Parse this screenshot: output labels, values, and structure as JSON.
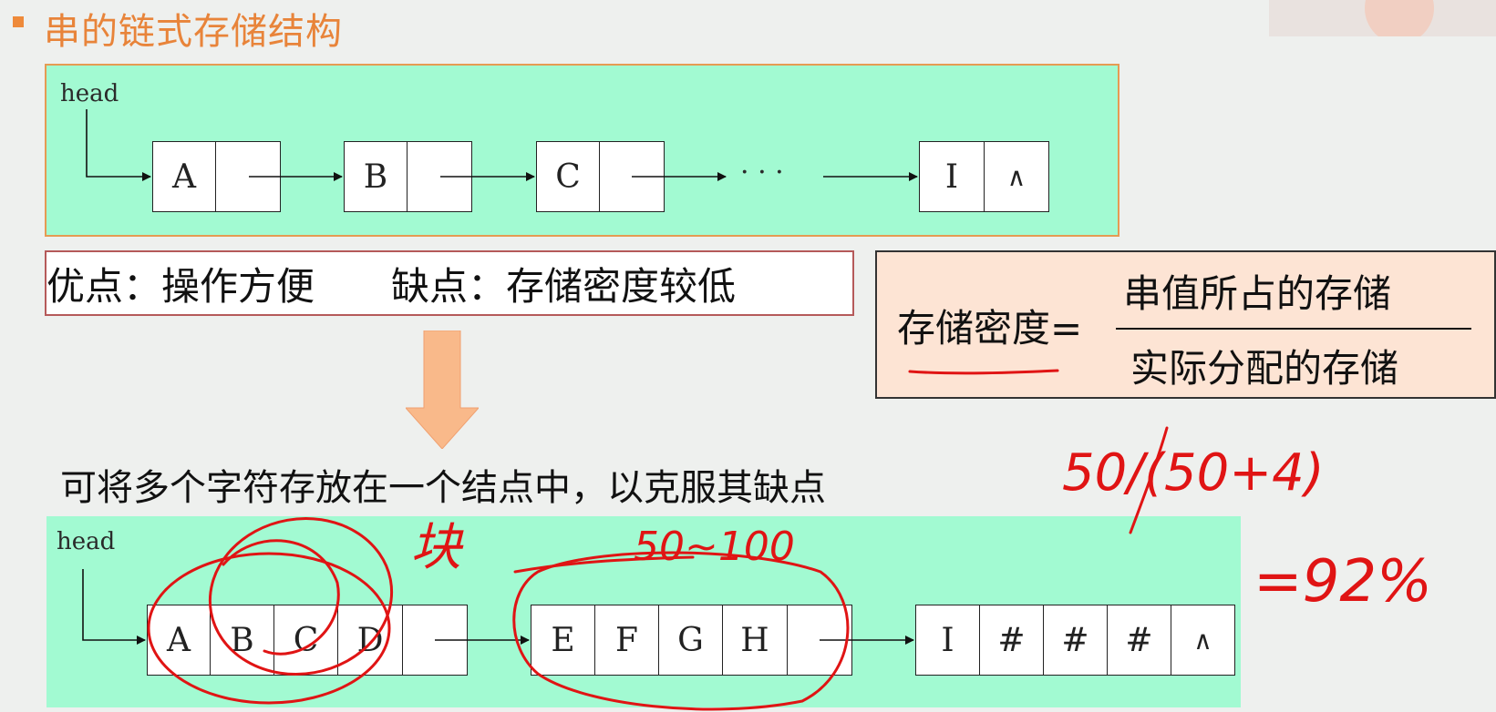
{
  "slide": {
    "title": "串的链式存储结构"
  },
  "top_diagram": {
    "head_label": "head",
    "nodes": [
      {
        "data": "A",
        "pointer": ""
      },
      {
        "data": "B",
        "pointer": ""
      },
      {
        "data": "C",
        "pointer": ""
      },
      {
        "data": "I",
        "pointer": "∧"
      }
    ],
    "ellipsis": "· · ·"
  },
  "pros_cons": {
    "pros": "优点：操作方便",
    "cons": "缺点：存储密度较低"
  },
  "formula": {
    "label": "存储密度=",
    "numerator": "串值所占的存储",
    "denominator": "实际分配的存储"
  },
  "caption": "可将多个字符存放在一个结点中，以克服其缺点",
  "bottom_diagram": {
    "head_label": "head",
    "blocks": [
      {
        "chars": [
          "A",
          "B",
          "C",
          "D"
        ],
        "pointer": ""
      },
      {
        "chars": [
          "E",
          "F",
          "G",
          "H"
        ],
        "pointer": ""
      },
      {
        "chars": [
          "I",
          "#",
          "#",
          "#"
        ],
        "pointer": "∧"
      }
    ]
  },
  "handwriting": {
    "block_label": "块",
    "size_note": "50~100",
    "fraction": "50/(50+4)",
    "result": "=92%",
    "ink_color": "#e01414"
  },
  "colors": {
    "title": "#e8843a",
    "panel_fill": "#a2fad2",
    "panel_border": "#e59b53",
    "formula_fill": "#fde4d4",
    "arrow_fill": "#f9b98a"
  }
}
